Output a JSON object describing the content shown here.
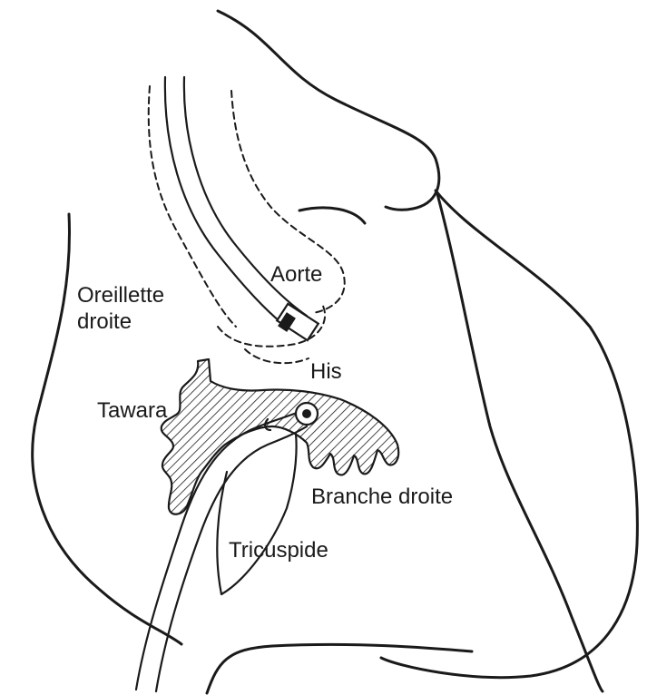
{
  "labels": {
    "aorte": "Aorte",
    "oreillette_line1": "Oreillette",
    "oreillette_line2": "droite",
    "his": "His",
    "tawara": "Tawara",
    "branche_droite": "Branche droite",
    "tricuspide": "Tricuspide"
  }
}
